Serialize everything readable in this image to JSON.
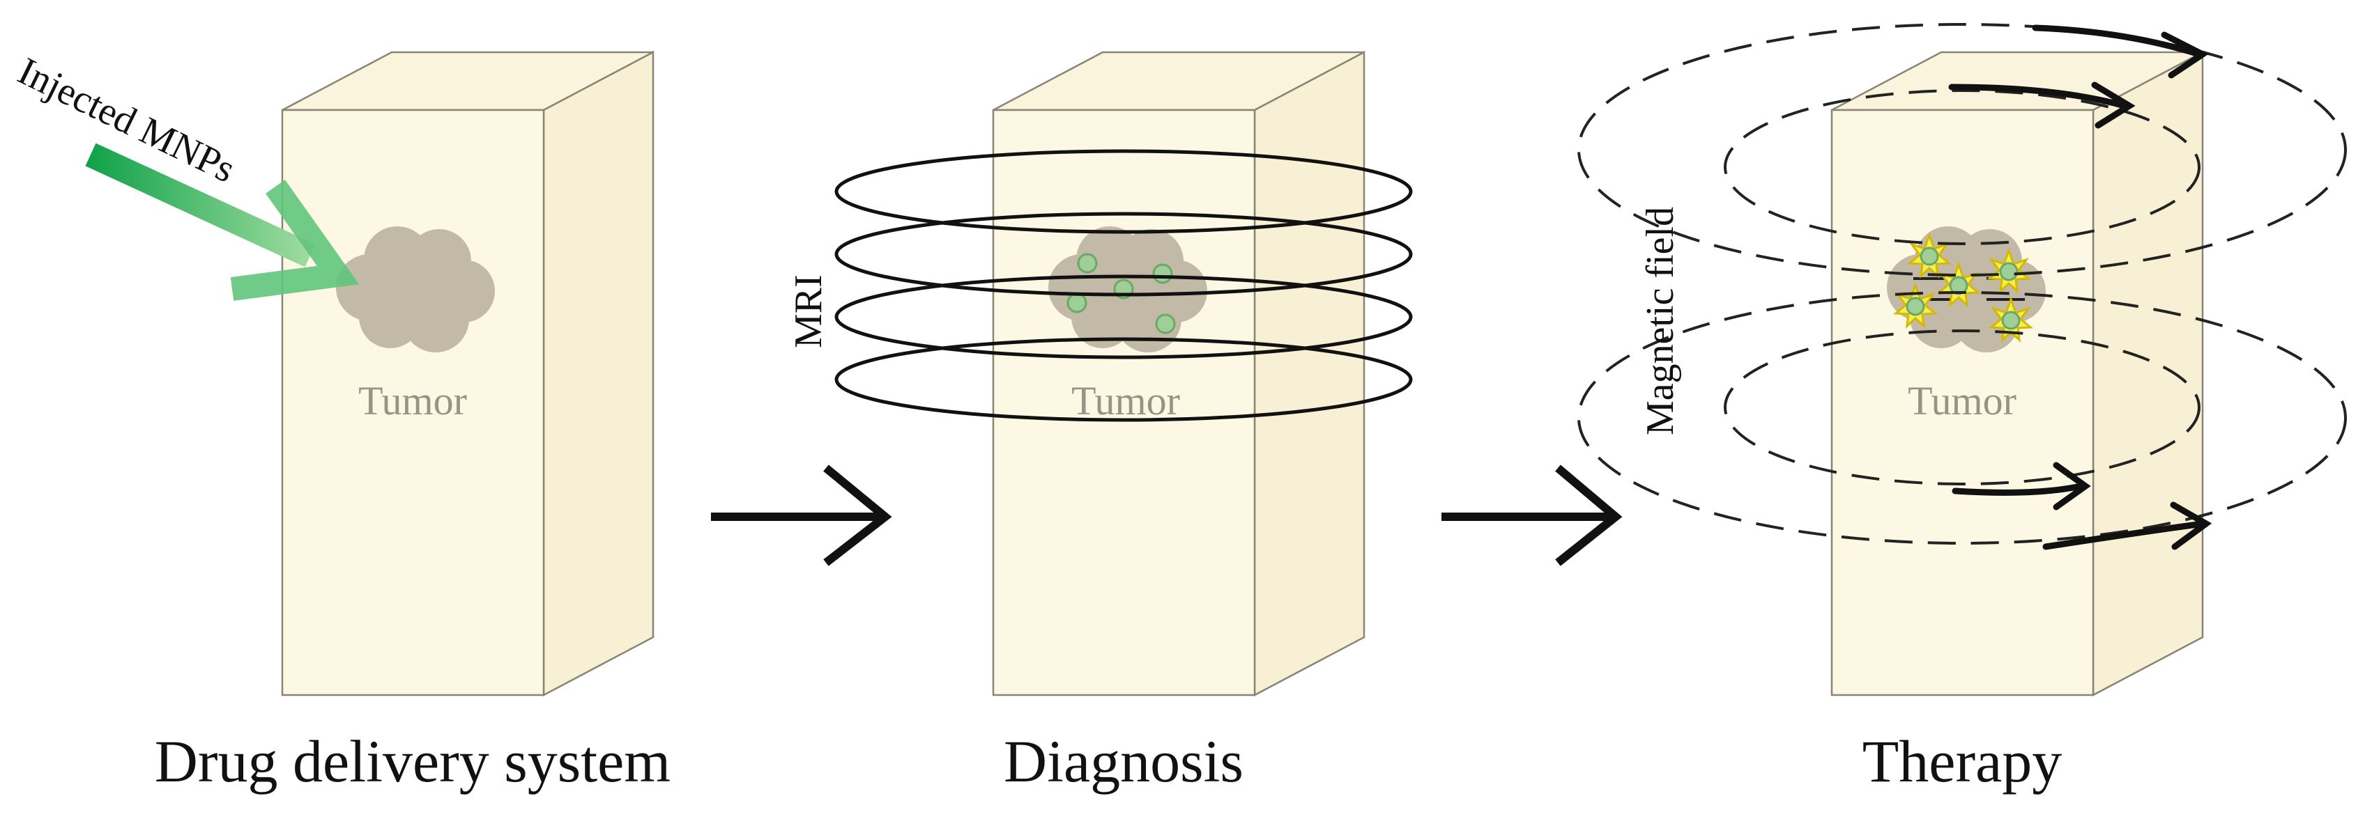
{
  "panels": [
    {
      "caption": "Drug delivery system",
      "tumor_label": "Tumor",
      "side_label": "Injected MNPs"
    },
    {
      "caption": "Diagnosis",
      "tumor_label": "Tumor",
      "side_label": "MRI"
    },
    {
      "caption": "Therapy",
      "tumor_label": "Tumor",
      "side_label": "Magnetic field"
    }
  ],
  "colors": {
    "tissue": "#fdf8e4",
    "tumor": "#c2b9a6",
    "injection_arrow": "#12a24a",
    "nanoparticle": "#9fcf97",
    "heat_spark": "#f4ef50"
  }
}
